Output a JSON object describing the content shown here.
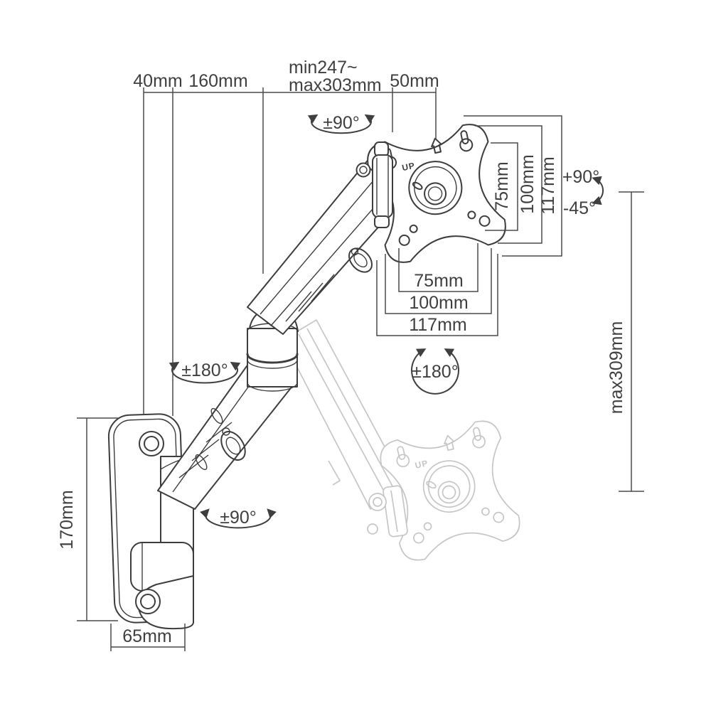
{
  "diagram_type": "wall-mount monitor arm dimension drawing",
  "colors": {
    "line": "#3d3d3d",
    "ghost_line": "#c6c6c6",
    "dimension_line": "#4a4a4a",
    "text": "#3f3f3f",
    "background": "#ffffff"
  },
  "dimensions": {
    "top": {
      "wall_depth": "40mm",
      "lower_arm_reach": "160mm",
      "extension_min": "min247~",
      "extension_max": "max303mm",
      "head_offset": "50mm"
    },
    "vesa_right": {
      "inner": "75mm",
      "middle": "100mm",
      "outer": "117mm"
    },
    "vesa_bottom": {
      "inner": "75mm",
      "middle": "100mm",
      "outer": "117mm"
    },
    "height_range": "max309mm",
    "wall_plate_height": "170mm",
    "wall_plate_width": "65mm"
  },
  "rotations": {
    "head_swivel": "±90°",
    "elbow_swivel": "±180°",
    "base_swivel": "±90°",
    "plate_rotation": "±180°",
    "tilt_up": "+90°",
    "tilt_down": "-45°"
  },
  "plate_markings": {
    "up_label": "UP",
    "ghost_up_label": "UP"
  }
}
